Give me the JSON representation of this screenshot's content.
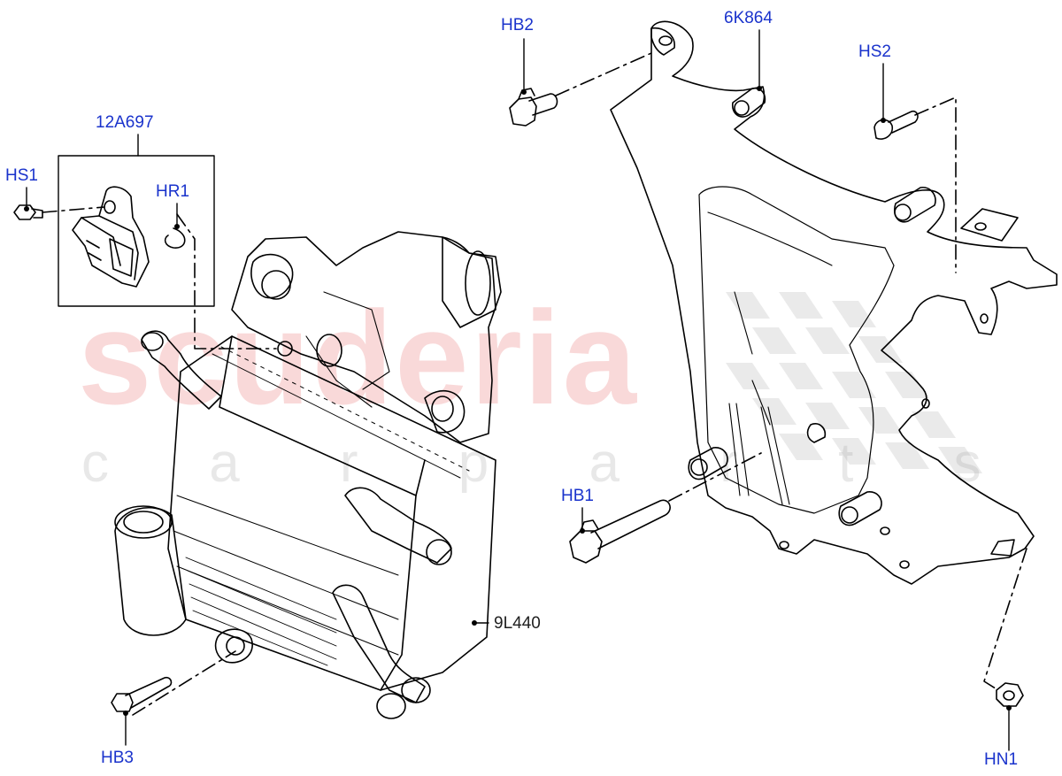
{
  "watermark": {
    "brand": "scuderia",
    "sub": "c a r p a r t s"
  },
  "colors": {
    "label_blue": "#1a33cc",
    "label_dark": "#1f1f1f",
    "line": "#000000",
    "watermark_red": "#e87878"
  },
  "callouts": {
    "hb2": "HB2",
    "6k864": "6K864",
    "hs2": "HS2",
    "12a697": "12A697",
    "hs1": "HS1",
    "hr1": "HR1",
    "hb1": "HB1",
    "9l440": "9L440",
    "hb3": "HB3",
    "hn1": "HN1"
  }
}
